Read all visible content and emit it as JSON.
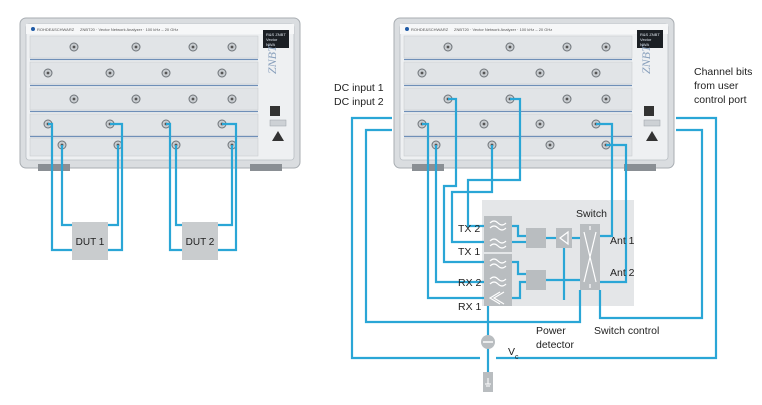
{
  "instrument_left": {
    "brand": "ROHDE&SCHWARZ",
    "model": "ZNBT20 · Vector Network Analyzer · 100 kHz – 20 GHz",
    "display_lines": [
      "R&S ZNBT",
      "Vector",
      "NWA"
    ]
  },
  "instrument_right": {
    "brand": "ROHDE&SCHWARZ",
    "model": "ZNBT20 · Vector Network Analyzer · 100 kHz – 20 GHz",
    "display_lines": [
      "R&S ZNBT",
      "Vector",
      "NWA"
    ]
  },
  "dut_labels": [
    "DUT 1",
    "DUT 2"
  ],
  "annotations": {
    "dc_input_1": "DC input 1",
    "dc_input_2": "DC input 2",
    "channel_bits": [
      "Channel bits",
      "from user",
      "control port"
    ],
    "switch": "Switch",
    "tx2": "TX 2",
    "tx1": "TX 1",
    "rx2": "RX 2",
    "rx1": "RX 1",
    "ant1": "Ant 1",
    "ant2": "Ant 2",
    "power_detector": [
      "Power",
      "detector"
    ],
    "switch_control": "Switch control",
    "vc": "V",
    "vc_sub": "c"
  },
  "colors": {
    "wire": "#2aa6d6",
    "chassis": "#e6e8ea",
    "panel": "#d2d6db",
    "box": "#c9ccce",
    "module_bg": "#e4e6e8"
  }
}
